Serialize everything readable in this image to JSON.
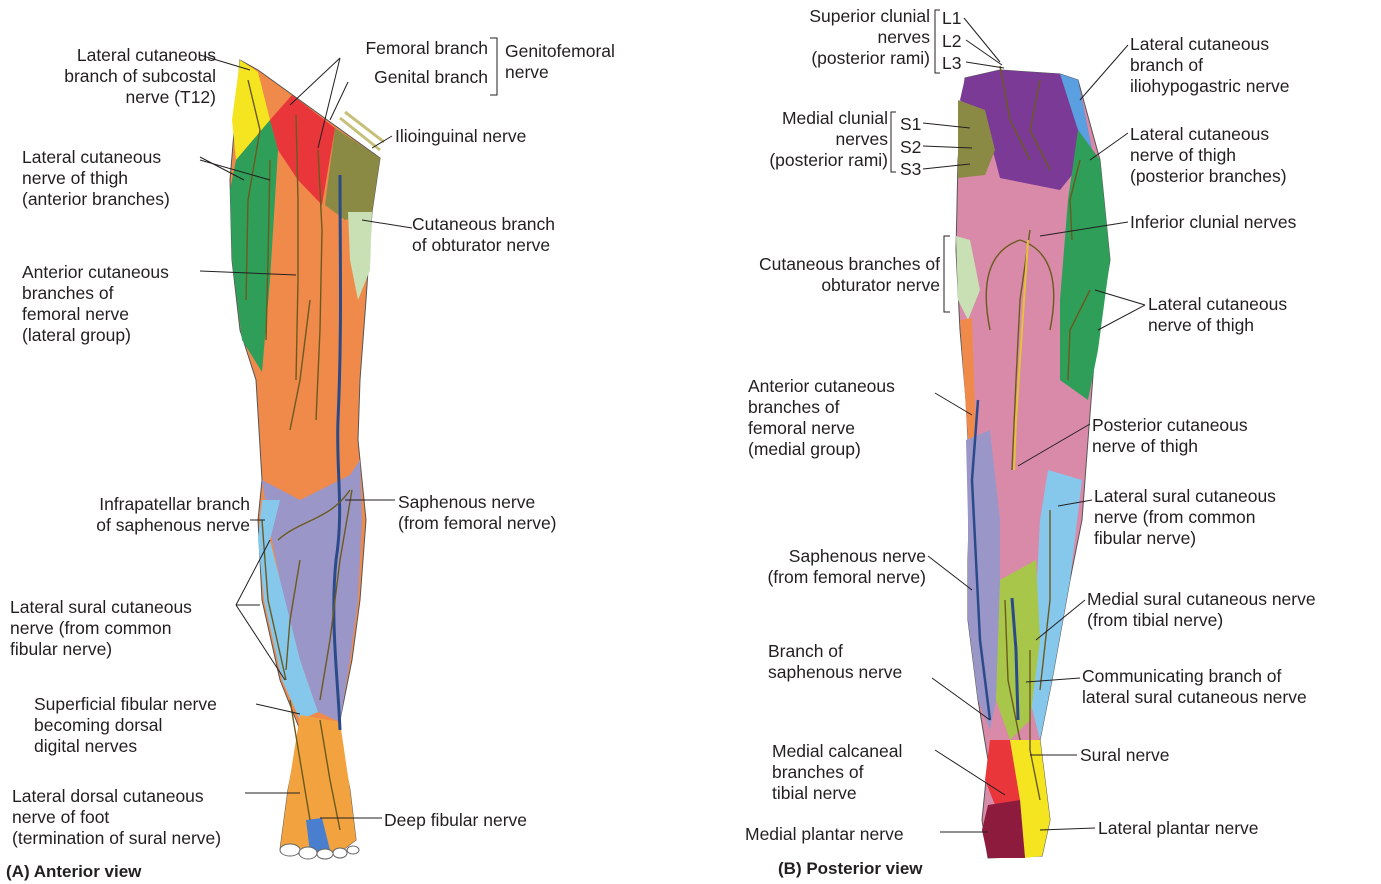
{
  "figure_a": {
    "caption": "(A) Anterior view",
    "labels": {
      "subcostal": "Lateral cutaneous\nbranch of subcostal\nnerve (T12)",
      "femoral_branch": "Femoral branch",
      "genital_branch": "Genital branch",
      "genitofemoral": "Genitofemoral\nnerve",
      "ilioinguinal": "Ilioinguinal nerve",
      "lat_cut_thigh": "Lateral cutaneous\nnerve of thigh\n(anterior branches)",
      "obturator": "Cutaneous branch\nof obturator nerve",
      "ant_cut_femoral": "Anterior cutaneous\nbranches of\nfemoral nerve\n(lateral group)",
      "infrapatellar": "Infrapatellar branch\nof saphenous nerve",
      "saphenous": "Saphenous nerve\n(from femoral nerve)",
      "lat_sural": "Lateral sural cutaneous\nnerve (from common\nfibular nerve)",
      "sup_fibular": "Superficial fibular nerve\nbecoming dorsal\ndigital nerves",
      "lat_dorsal": "Lateral dorsal cutaneous\nnerve of foot\n(termination of sural nerve)",
      "deep_fibular": "Deep fibular nerve"
    }
  },
  "figure_b": {
    "caption": "(B) Posterior view",
    "labels": {
      "sup_clunial": "Superior clunial\nnerves\n(posterior rami)",
      "l1": "L1",
      "l2": "L2",
      "l3": "L3",
      "lat_iliohypo": "Lateral cutaneous\nbranch of\niliohypogastric nerve",
      "med_clunial": "Medial clunial\nnerves\n(posterior rami)",
      "s1": "S1",
      "s2": "S2",
      "s3": "S3",
      "lat_cut_thigh_post": "Lateral cutaneous\nnerve of thigh\n(posterior branches)",
      "inf_clunial": "Inferior clunial nerves",
      "obturator_b": "Cutaneous branches of\nobturator nerve",
      "lat_cut_thigh_b": "Lateral cutaneous\nnerve of thigh",
      "ant_cut_femoral_b": "Anterior cutaneous\nbranches of\nfemoral nerve\n(medial group)",
      "post_cut_thigh": "Posterior cutaneous\nnerve of thigh",
      "lat_sural_b": "Lateral sural cutaneous\nnerve (from common\nfibular nerve)",
      "saphenous_b": "Saphenous nerve\n(from femoral nerve)",
      "med_sural": "Medial sural cutaneous nerve\n(from tibial nerve)",
      "branch_saphenous": "Branch of\nsaphenous nerve",
      "communicating": "Communicating branch of\nlateral sural cutaneous nerve",
      "med_calcaneal": "Medial calcaneal\nbranches of\ntibial nerve",
      "sural": "Sural nerve",
      "med_plantar": "Medial plantar nerve",
      "lat_plantar": "Lateral plantar nerve"
    }
  },
  "colors": {
    "yellow": "#f4e520",
    "green": "#2e9e58",
    "red": "#e8363a",
    "orange": "#f08a4b",
    "olive": "#8b8a45",
    "pale_green": "#c9dfb4",
    "lavender": "#9b96c8",
    "light_blue": "#86c8ec",
    "foot_orange": "#f2a33f",
    "purple": "#7a3a96",
    "pink": "#d98aa8",
    "lime": "#a8c64a",
    "maroon": "#8c1b3e",
    "nerve": "#6b5a1f",
    "vein": "#2b4a8a"
  }
}
